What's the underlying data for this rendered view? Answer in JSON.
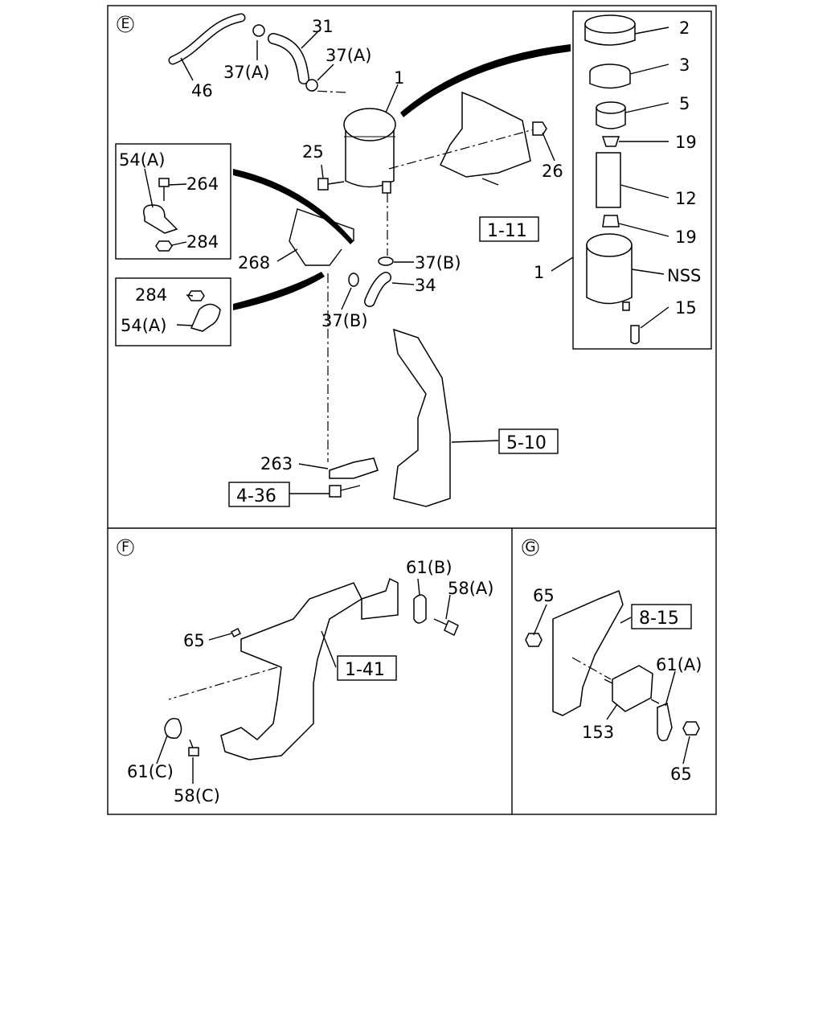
{
  "sections": {
    "e": "E",
    "f": "F",
    "g": "G"
  },
  "labels": {
    "p31": "31",
    "p37a_1": "37(A)",
    "p37a_2": "37(A)",
    "p46": "46",
    "p1_top": "1",
    "p25": "25",
    "p26": "26",
    "p54a_1": "54(A)",
    "p264": "264",
    "p284_1": "284",
    "p268": "268",
    "p37b_1": "37(B)",
    "p34": "34",
    "p284_2": "284",
    "p54a_2": "54(A)",
    "p37b_2": "37(B)",
    "p263": "263",
    "p2": "2",
    "p3": "3",
    "p5": "5",
    "p19_1": "19",
    "p12": "12",
    "p19_2": "19",
    "p1_right": "1",
    "pNSS": "NSS",
    "p15": "15",
    "p65_f": "65",
    "p61b": "61(B)",
    "p58a": "58(A)",
    "p61c": "61(C)",
    "p58c": "58(C)",
    "p65_g1": "65",
    "p61a": "61(A)",
    "p153": "153",
    "p65_g2": "65"
  },
  "refs": {
    "r1_11": "1-11",
    "r5_10": "5-10",
    "r4_36": "4-36",
    "r1_41": "1-41",
    "r8_15": "8-15"
  }
}
